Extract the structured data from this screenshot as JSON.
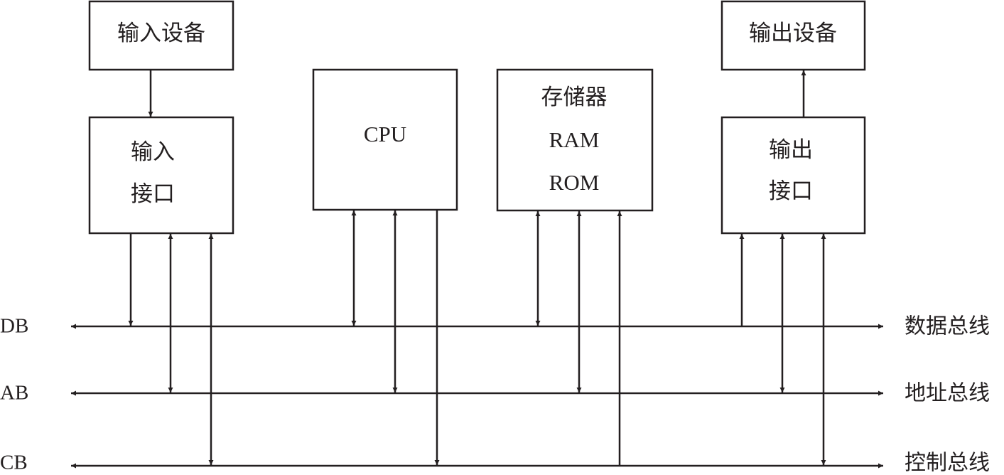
{
  "components": {
    "input_device": "输入设备",
    "input_interface": [
      "输入",
      "接口"
    ],
    "cpu": "CPU",
    "memory": [
      "存储器",
      "RAM",
      "ROM"
    ],
    "output_device": "输出设备",
    "output_interface": [
      "输出",
      "接口"
    ]
  },
  "buses": [
    {
      "abbr": "DB",
      "name": "数据总线"
    },
    {
      "abbr": "AB",
      "name": "地址总线"
    },
    {
      "abbr": "CB",
      "name": "控制总线"
    }
  ],
  "colors": {
    "line": "#231f20",
    "background": "#ffffff"
  }
}
